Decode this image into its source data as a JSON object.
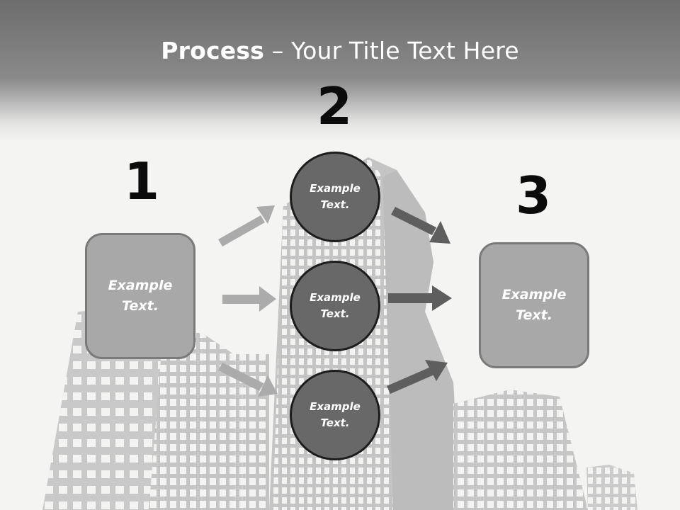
{
  "slide": {
    "title_bold": "Process",
    "title_rest": " – Your Title Text Here"
  },
  "steps": {
    "one": "1",
    "two": "2",
    "three": "3"
  },
  "boxes": {
    "left": {
      "line1": "Example",
      "line2": "Text."
    },
    "right": {
      "line1": "Example",
      "line2": "Text."
    }
  },
  "circles": [
    {
      "line1": "Example",
      "line2": "Text."
    },
    {
      "line1": "Example",
      "line2": "Text."
    },
    {
      "line1": "Example",
      "line2": "Text."
    }
  ],
  "colors": {
    "title_band": "#7a797a",
    "box_fill": "#a9a8a9",
    "circle_fill": "#686868",
    "left_arrows": "#ababab",
    "right_arrows": "#5e5e5e",
    "number_text": "#0b0b0b"
  }
}
